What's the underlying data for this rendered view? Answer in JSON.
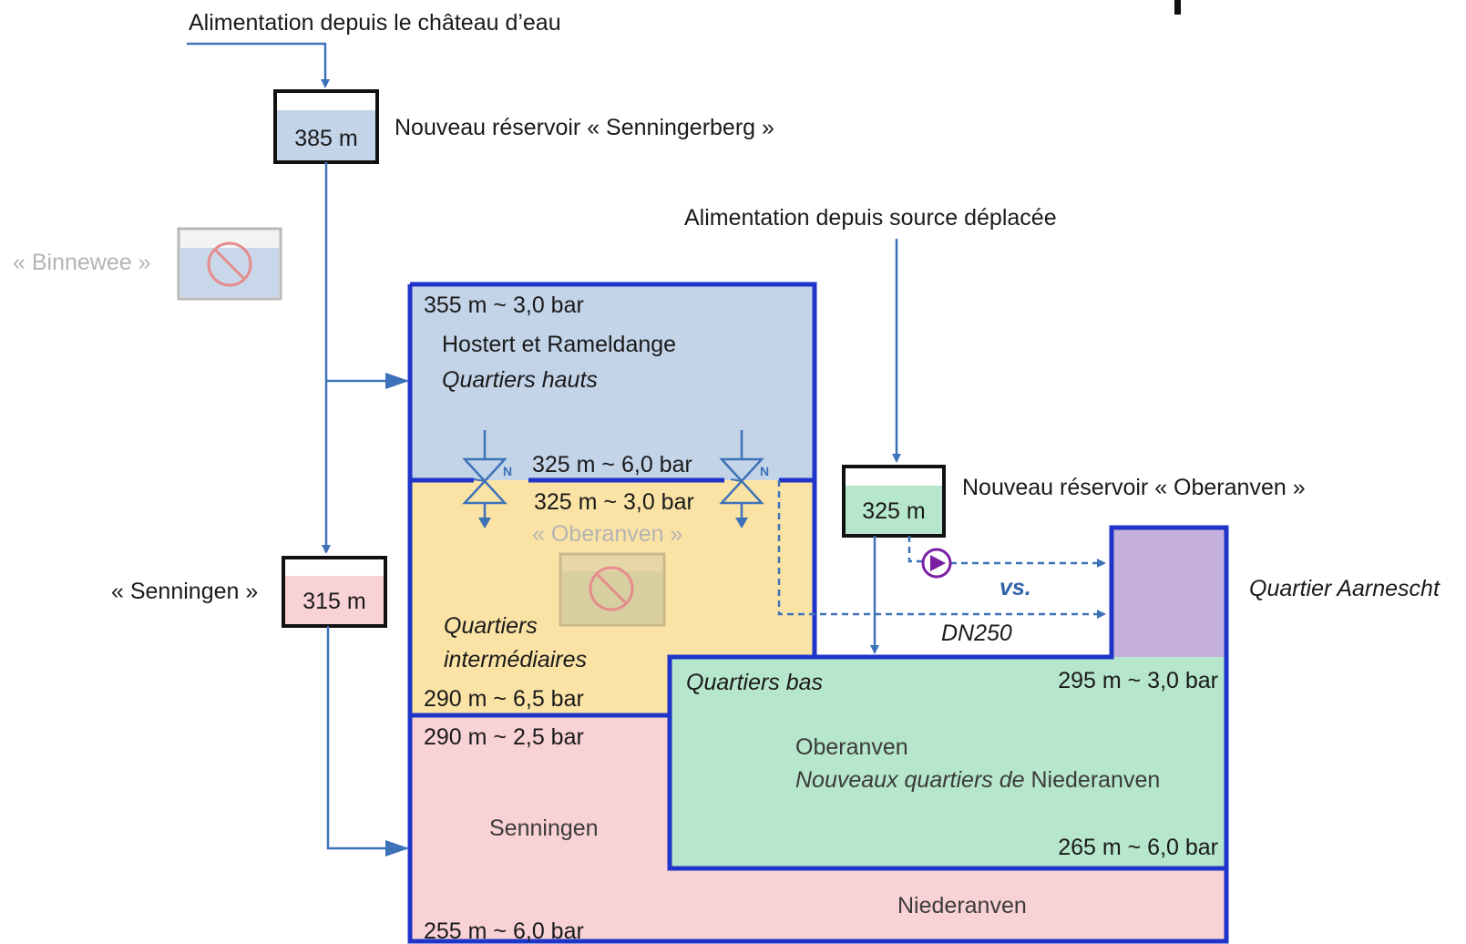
{
  "supply": {
    "water_tower": "Alimentation depuis le château d’eau",
    "moved_source": "Alimentation depuis source déplacée"
  },
  "reservoirs": {
    "senningerberg": {
      "level": "385 m",
      "label": "Nouveau réservoir « Senningerberg »"
    },
    "binnewee": {
      "label": "« Binnewee »"
    },
    "senningen": {
      "level": "315 m",
      "label": "« Senningen »"
    },
    "oberanven_new": {
      "level": "325 m",
      "label": "Nouveau réservoir « Oberanven »"
    },
    "oberanven_old": {
      "label": "« Oberanven »"
    }
  },
  "zones": {
    "high": {
      "top_level": "355 m ~ 3,0 bar",
      "name": "Hostert et Rameldange",
      "subtitle": "Quartiers hauts",
      "bottom_level": "325 m ~ 6,0 bar"
    },
    "intermediate": {
      "top_level": "325 m ~ 3,0 bar",
      "subtitle_line1": "Quartiers",
      "subtitle_line2": "intermédiaires",
      "bottom_level": "290 m ~ 6,5 bar"
    },
    "low_green": {
      "subtitle": "Quartiers bas",
      "top_level": "295 m ~ 3,0 bar",
      "name": "Oberanven",
      "new_quarters_prefix": "Nouveaux quartiers de",
      "new_quarters_place": "Niederanven",
      "bottom_level": "265 m ~ 6,0 bar"
    },
    "senningen_zone": {
      "top_level": "290 m ~ 2,5 bar",
      "name": "Senningen"
    },
    "niederanven_zone": {
      "name": "Niederanven",
      "bottom_level": "255 m ~ 6,0 bar"
    },
    "aarnescht": {
      "name": "Quartier Aarnescht"
    }
  },
  "pipes": {
    "versus": "vs.",
    "diameter": "DN250"
  },
  "colors": {
    "pipe_blue": "#3d72b8",
    "border_blue": "#1f34c8",
    "high_zone": "#c3d3e8",
    "intermediate_zone": "#fbe3a5",
    "low_zone": "#b6e6cb",
    "pink_zone": "#f9d2d6",
    "aarnescht_zone": "#c6b1de",
    "pump_purple": "#7a1fa2",
    "disabled_red": "#e06060"
  },
  "icons": {
    "valve": "pressure-reducing-valve-icon",
    "pump": "pump-icon",
    "disabled": "prohibited-icon"
  }
}
